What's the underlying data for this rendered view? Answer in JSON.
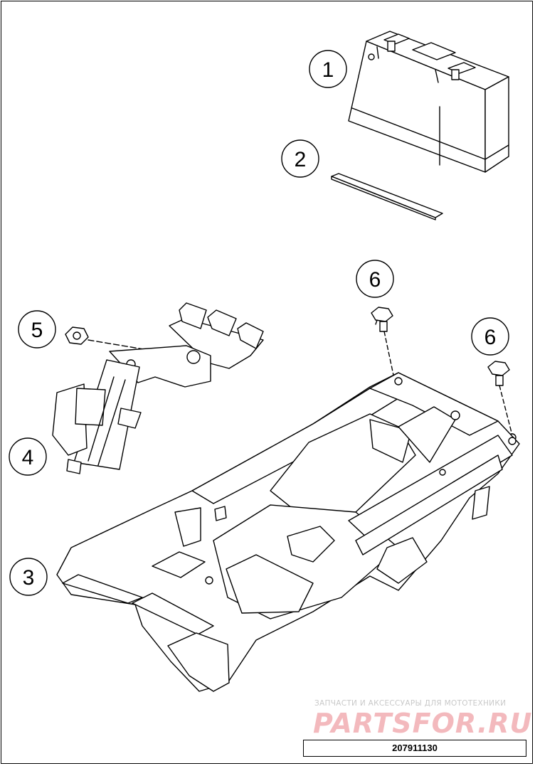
{
  "callouts": [
    "1",
    "2",
    "3",
    "4",
    "5",
    "6",
    "6"
  ],
  "parts": {
    "p1": "battery-icon",
    "p2": "battery-pad-icon",
    "p3": "battery-tray-icon",
    "p4": "relay-holder-icon",
    "p5": "flange-nut-icon",
    "p6": "collar-screw-icon"
  },
  "watermark": {
    "tagline": "ЗАПЧАСТИ И АКСЕССУАРЫ ДЛЯ МОТОТЕХНИКИ",
    "brand": "PARTSFOR.RU"
  },
  "drawing_number": "207911130",
  "colors": {
    "line": "#000000",
    "watermark_brand": "#f3b9bd",
    "watermark_tagline": "#c9c9c9"
  }
}
